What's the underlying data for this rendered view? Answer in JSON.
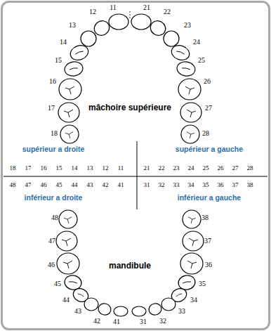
{
  "diagram": {
    "labels": [
      "11",
      "12",
      "13",
      "14",
      "15",
      "16",
      "17",
      "18",
      "21",
      "22",
      "23",
      "24",
      "25",
      "26",
      "27",
      "28",
      "mâchoire supérieure",
      "supérieur a droite",
      "supérieur a gauche",
      "18",
      "17",
      "16",
      "15",
      "14",
      "13",
      "12",
      "11",
      "21",
      "22",
      "23",
      "24",
      "25",
      "26",
      "27",
      "28",
      "48",
      "47",
      "46",
      "45",
      "44",
      "43",
      "42",
      "41",
      "31",
      "32",
      "33",
      "34",
      "35",
      "36",
      "37",
      "38",
      "inférieur a droite",
      "inférieur a gauche",
      "mandibule",
      "41",
      "42",
      "43",
      "44",
      "45",
      "46",
      "47",
      "48",
      "31",
      "32",
      "33",
      "34",
      "35",
      "36",
      "37",
      "38"
    ]
  }
}
